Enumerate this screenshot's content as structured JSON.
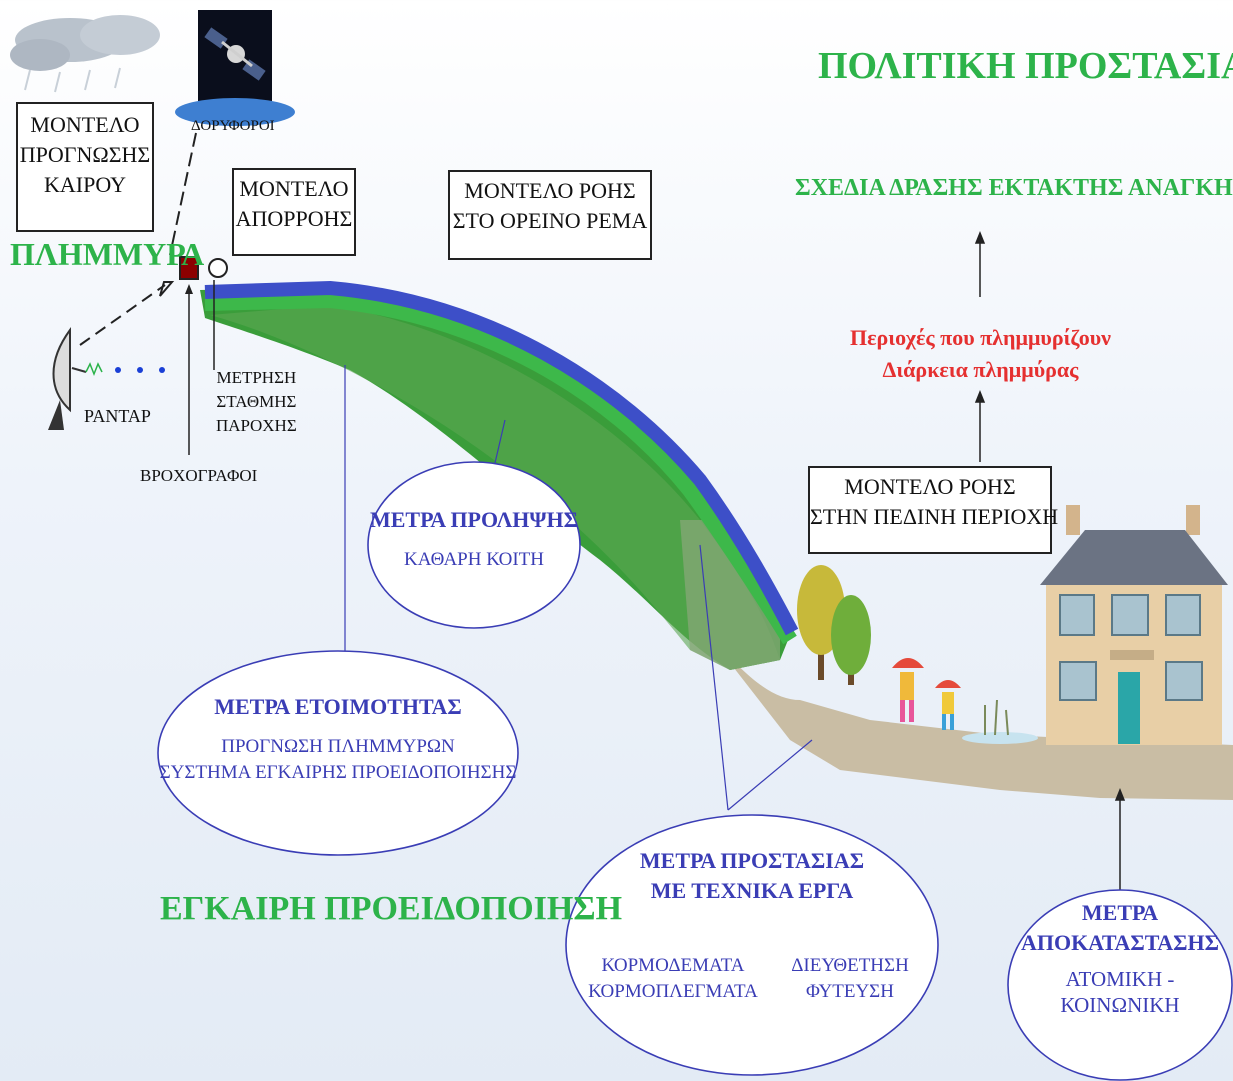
{
  "titles": {
    "civil_protection": "ΠΟΛΙΤΙΚΗ ΠΡΟΣΤΑΣΙΑ",
    "flood": "ΠΛΗΜΜΥΡΑ",
    "early_warning": "ΕΓΚΑΙΡΗ ΠΡΟΕΙΔΟΠΟΙΗΣΗ",
    "emergency_plans": "ΣΧΕΔΙΑ ΔΡΑΣΗΣ ΕΚΤΑΚΤΗΣ ΑΝΑΓΚΗΣ"
  },
  "boxes": {
    "weather_model": [
      "ΜΟΝΤΕΛΟ",
      "ΠΡΟΓΝΩΣΗΣ",
      "ΚΑΙΡΟΥ"
    ],
    "runoff_model": [
      "ΜΟΝΤΕΛΟ",
      "ΑΠΟΡΡΟΗΣ"
    ],
    "mountain_flow_model": [
      "ΜΟΝΤΕΛΟ ΡΟΗΣ",
      "ΣΤΟ ΟΡΕΙΝΟ ΡΕΜΑ"
    ],
    "lowland_flow_model": [
      "ΜΟΝΤΕΛΟ ΡΟΗΣ",
      "ΣΤΗΝ ΠΕΔΙΝΗ ΠΕΡΙΟΧΗ"
    ]
  },
  "labels": {
    "satellites": "ΔΟΡΥΦΟΡΟΙ",
    "radar": "ΡΑΝΤΑΡ",
    "rain_gauges": "ΒΡΟΧΟΓΡΑΦΟΙ",
    "measurement": [
      "ΜΕΤΡΗΣΗ",
      "ΣΤΑΘΜΗΣ",
      "ΠΑΡΟΧΗΣ"
    ]
  },
  "flood_info": [
    "Περιοχές που πλημμυρίζουν",
    "Διάρκεια πλημμύρας"
  ],
  "measures": {
    "prevention": {
      "title": "ΜΕΤΡΑ ΠΡΟΛΗΨΗΣ",
      "body": "ΚΑΘΑΡΗ ΚΟΙΤΗ"
    },
    "readiness": {
      "title": "ΜΕΤΡΑ ΕΤΟΙΜΟΤΗΤΑΣ",
      "body": [
        "ΠΡΟΓΝΩΣΗ ΠΛΗΜΜΥΡΩΝ",
        "ΣΥΣΤΗΜΑ ΕΓΚΑΙΡΗΣ ΠΡΟΕΙΔΟΠΟΙΗΣΗΣ"
      ]
    },
    "protection": {
      "title": [
        "ΜΕΤΡΑ ΠΡΟΣΤΑΣΙΑΣ",
        "ΜΕ ΤΕΧΝΙΚΑ ΕΡΓΑ"
      ],
      "left": [
        "ΚΟΡΜΟΔΕΜΑΤΑ",
        "ΚΟΡΜΟΠΛΕΓΜΑΤΑ"
      ],
      "right": [
        "ΔΙΕΥΘΕΤΗΣΗ",
        "ΦΥΤΕΥΣΗ"
      ]
    },
    "restoration": {
      "title": [
        "ΜΕΤΡΑ",
        "ΑΠΟΚΑΤΑΣΤΑΣΗΣ"
      ],
      "body": [
        "ΑΤΟΜΙΚΗ -",
        "ΚΟΙΝΩΝΙΚΗ"
      ]
    }
  },
  "colors": {
    "green_title": "#2db34a",
    "measure_text": "#3a3db5",
    "flood_red": "#e53030",
    "water": "#3d4fc8",
    "grass": "#3db84a",
    "ground": "#c9bda4"
  }
}
